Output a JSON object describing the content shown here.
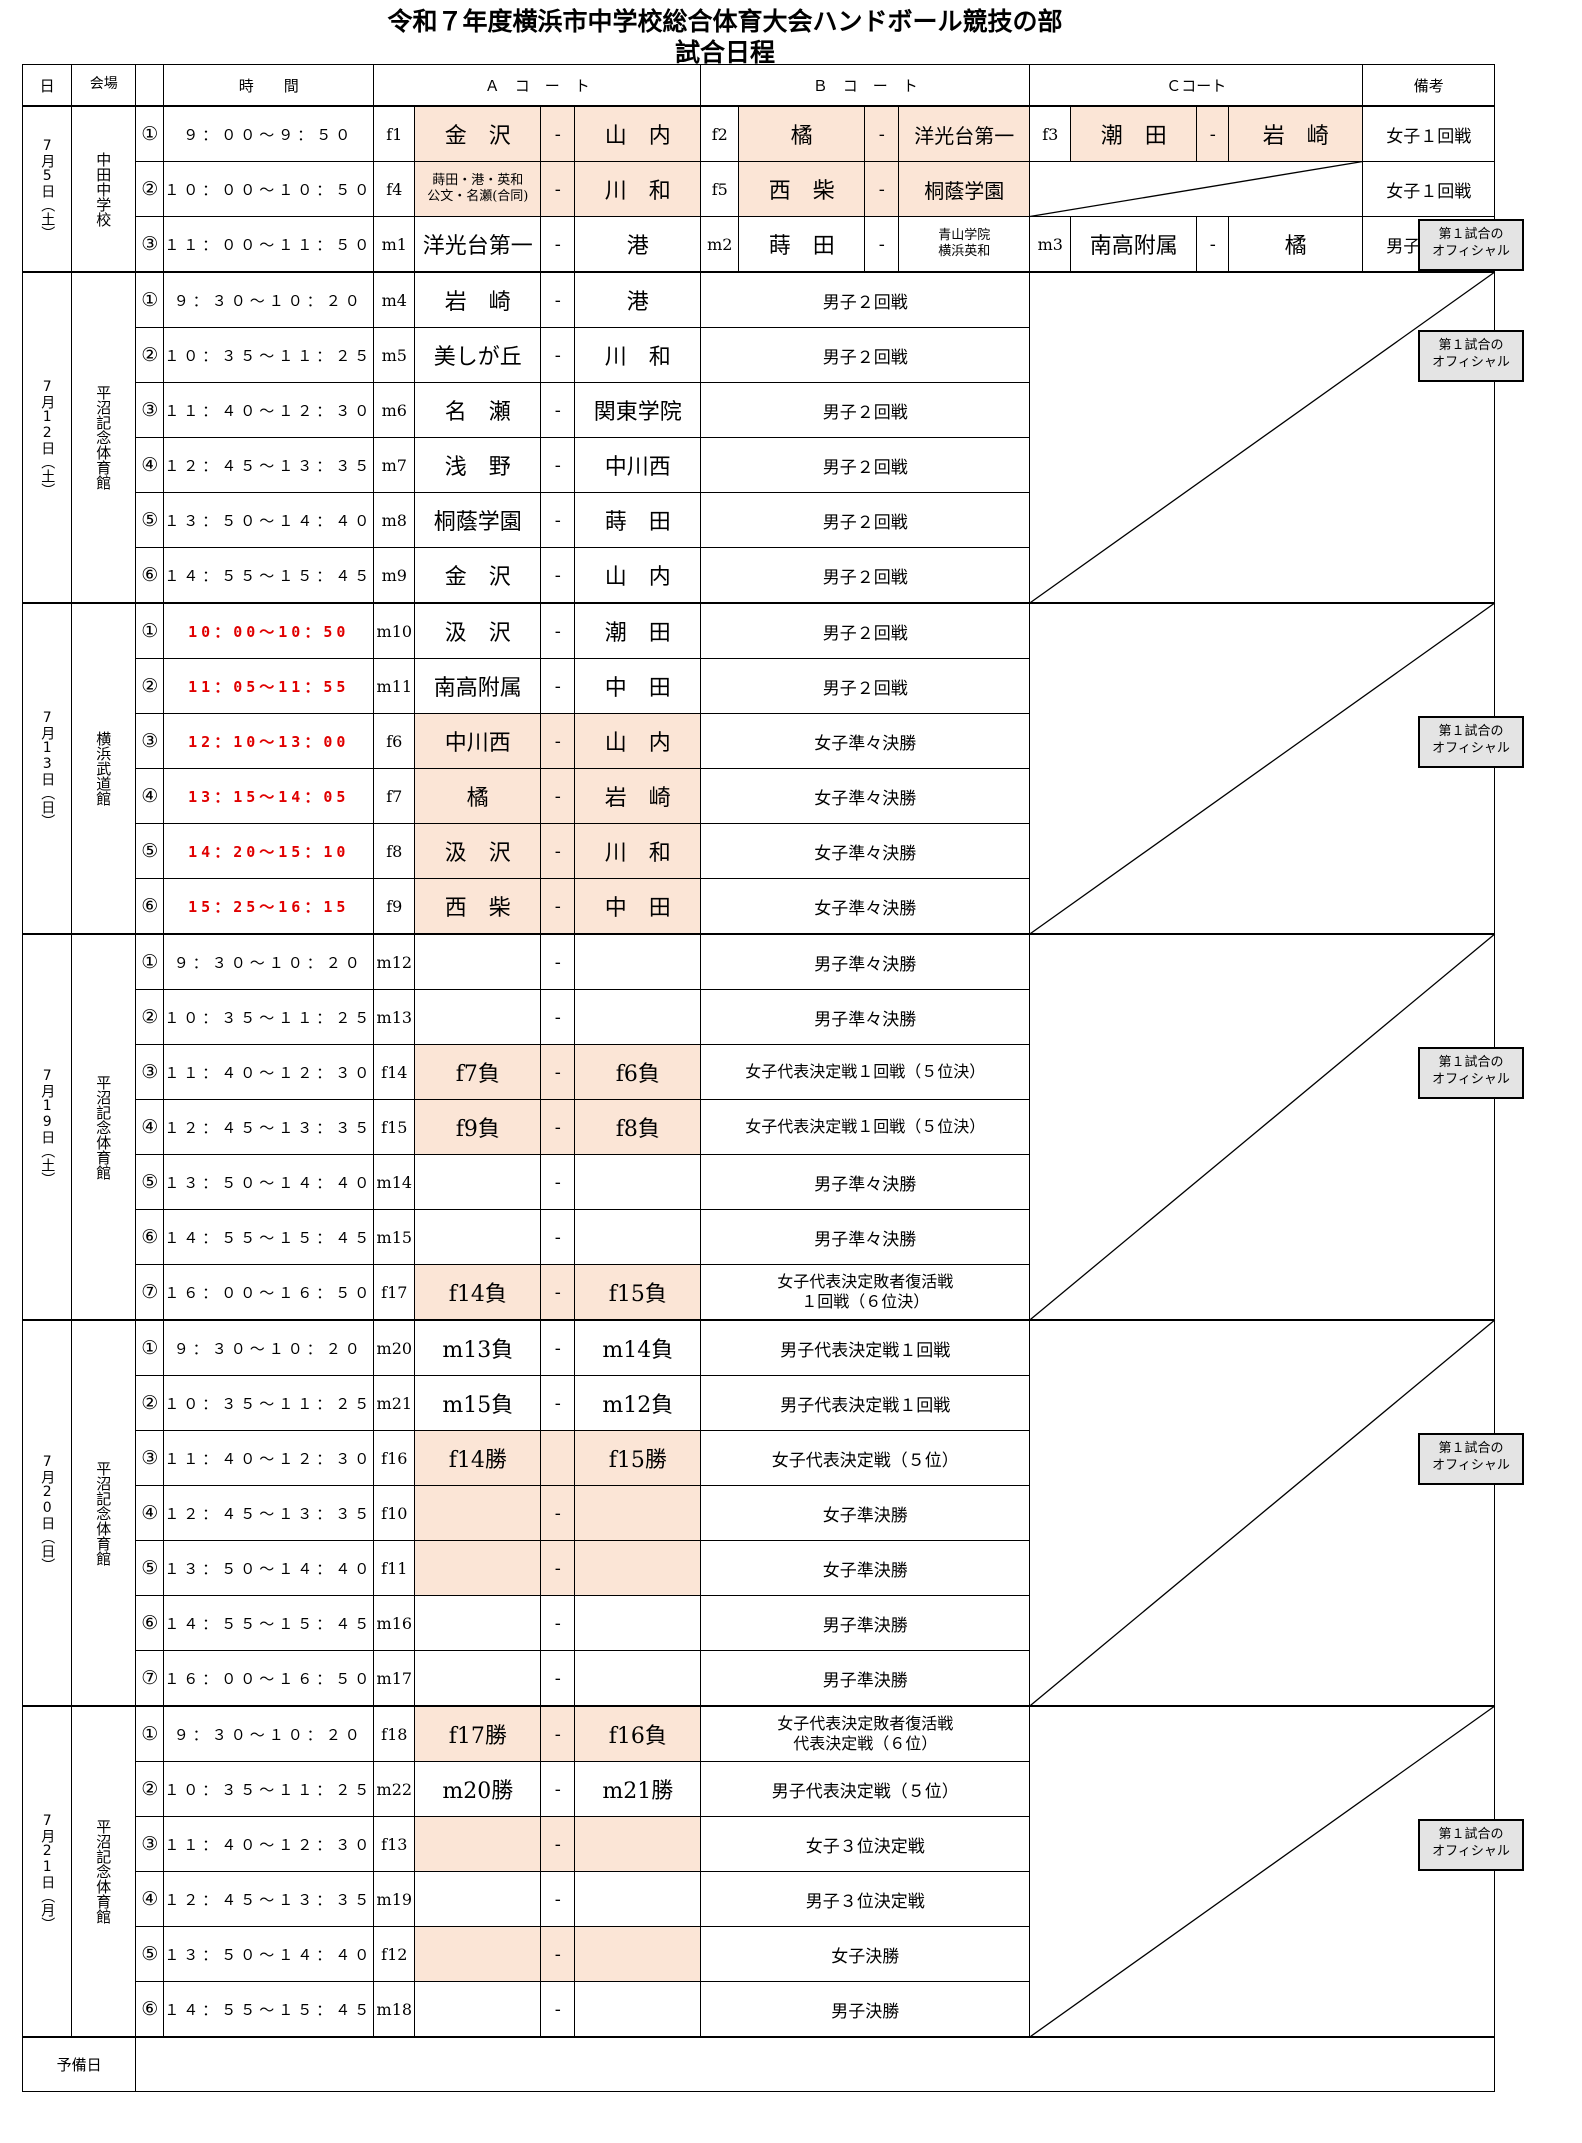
{
  "title_line1": "令和７年度横浜市中学校総合体育大会ハンドボール競技の部",
  "title_line2": "試合日程",
  "headers": {
    "date": "日",
    "venue": "会場",
    "time": "時　　間",
    "a": "Ａ　コ　ー　ト",
    "b": "Ｂ　コ　ー　ト",
    "c": "Ｃコート",
    "bikou": "備考"
  },
  "days": [
    {
      "date": "7月5日（土）",
      "venue": "中田中学校"
    },
    {
      "date": "7月12日（土）",
      "venue": "平沼記念体育館"
    },
    {
      "date": "7月13日（日）",
      "venue": "横浜武道館"
    },
    {
      "date": "7月19日（土）",
      "venue": "平沼記念体育館"
    },
    {
      "date": "7月20日（日）",
      "venue": "平沼記念体育館"
    },
    {
      "date": "7月21日（月）",
      "venue": "平沼記念体育館"
    }
  ],
  "day1": [
    {
      "n": "①",
      "time": "９：００～９：５０",
      "a_code": "f1",
      "a_t1": "金　沢",
      "a_dash": "-",
      "a_t2": "山　内",
      "b_code": "f2",
      "b_t1": "橘",
      "b_dash": "-",
      "b_t2": "洋光台第一",
      "c_code": "f3",
      "c_t1": "潮　田",
      "c_dash": "-",
      "c_t2": "岩　崎",
      "bikou": "女子１回戦"
    },
    {
      "n": "②",
      "time": "１０：００～１０：５０",
      "a_code": "f4",
      "a_t1": "蒔田・港・英和 公文・名瀬(合同)",
      "a_dash": "-",
      "a_t2": "川　和",
      "b_code": "f5",
      "b_t1": "西　柴",
      "b_dash": "-",
      "b_t2": "桐蔭学園",
      "bikou": "女子１回戦"
    },
    {
      "n": "③",
      "time": "１１：００～１１：５０",
      "a_code": "m1",
      "a_t1": "洋光台第一",
      "a_dash": "-",
      "a_t2": "港",
      "b_code": "m2",
      "b_t1": "蒔　田",
      "b_dash": "-",
      "b_t2": "青山学院 横浜英和",
      "c_code": "m3",
      "c_t1": "南高附属",
      "c_dash": "-",
      "c_t2": "橘",
      "bikou": "男子１回戦"
    }
  ],
  "day2": [
    {
      "n": "①",
      "time": "９：３０～１０：２０",
      "code": "m4",
      "t1": "岩　崎",
      "dash": "-",
      "t2": "港",
      "b": "男子２回戦"
    },
    {
      "n": "②",
      "time": "１０：３５～１１：２５",
      "code": "m5",
      "t1": "美しが丘",
      "dash": "-",
      "t2": "川　和",
      "b": "男子２回戦"
    },
    {
      "n": "③",
      "time": "１１：４０～１２：３０",
      "code": "m6",
      "t1": "名　瀬",
      "dash": "-",
      "t2": "関東学院",
      "b": "男子２回戦"
    },
    {
      "n": "④",
      "time": "１２：４５～１３：３５",
      "code": "m7",
      "t1": "浅　野",
      "dash": "-",
      "t2": "中川西",
      "b": "男子２回戦"
    },
    {
      "n": "⑤",
      "time": "１３：５０～１４：４０",
      "code": "m8",
      "t1": "桐蔭学園",
      "dash": "-",
      "t2": "蒔　田",
      "b": "男子２回戦"
    },
    {
      "n": "⑥",
      "time": "１４：５５～１５：４５",
      "code": "m9",
      "t1": "金　沢",
      "dash": "-",
      "t2": "山　内",
      "b": "男子２回戦"
    }
  ],
  "day3": [
    {
      "n": "①",
      "time": "10：00～10：50",
      "code": "m10",
      "t1": "汲　沢",
      "dash": "-",
      "t2": "潮　田",
      "b": "男子２回戦"
    },
    {
      "n": "②",
      "time": "11：05～11：55",
      "code": "m11",
      "t1": "南高附属",
      "dash": "-",
      "t2": "中　田",
      "b": "男子２回戦"
    },
    {
      "n": "③",
      "time": "12：10～13：00",
      "code": "f6",
      "t1": "中川西",
      "dash": "-",
      "t2": "山　内",
      "b": "女子準々決勝"
    },
    {
      "n": "④",
      "time": "13：15～14：05",
      "code": "f7",
      "t1": "橘",
      "dash": "-",
      "t2": "岩　崎",
      "b": "女子準々決勝"
    },
    {
      "n": "⑤",
      "time": "14：20～15：10",
      "code": "f8",
      "t1": "汲　沢",
      "dash": "-",
      "t2": "川　和",
      "b": "女子準々決勝"
    },
    {
      "n": "⑥",
      "time": "15：25～16：15",
      "code": "f9",
      "t1": "西　柴",
      "dash": "-",
      "t2": "中　田",
      "b": "女子準々決勝"
    }
  ],
  "day4": [
    {
      "n": "①",
      "time": "９：３０～１０：２０",
      "code": "m12",
      "t1": "",
      "dash": "-",
      "t2": "",
      "b": "男子準々決勝"
    },
    {
      "n": "②",
      "time": "１０：３５～１１：２５",
      "code": "m13",
      "t1": "",
      "dash": "-",
      "t2": "",
      "b": "男子準々決勝"
    },
    {
      "n": "③",
      "time": "１１：４０～１２：３０",
      "code": "f14",
      "t1": "f7負",
      "dash": "-",
      "t2": "f6負",
      "b": "女子代表決定戦１回戦（５位決）"
    },
    {
      "n": "④",
      "time": "１２：４５～１３：３５",
      "code": "f15",
      "t1": "f9負",
      "dash": "-",
      "t2": "f8負",
      "b": "女子代表決定戦１回戦（５位決）"
    },
    {
      "n": "⑤",
      "time": "１３：５０～１４：４０",
      "code": "m14",
      "t1": "",
      "dash": "-",
      "t2": "",
      "b": "男子準々決勝"
    },
    {
      "n": "⑥",
      "time": "１４：５５～１５：４５",
      "code": "m15",
      "t1": "",
      "dash": "-",
      "t2": "",
      "b": "男子準々決勝"
    },
    {
      "n": "⑦",
      "time": "１６：００～１６：５０",
      "code": "f17",
      "t1": "f14負",
      "dash": "-",
      "t2": "f15負",
      "b": "女子代表決定敗者復活戦 １回戦（６位決）"
    }
  ],
  "day5": [
    {
      "n": "①",
      "time": "９：３０～１０：２０",
      "code": "m20",
      "t1": "m13負",
      "dash": "-",
      "t2": "m14負",
      "b": "男子代表決定戦１回戦"
    },
    {
      "n": "②",
      "time": "１０：３５～１１：２５",
      "code": "m21",
      "t1": "m15負",
      "dash": "-",
      "t2": "m12負",
      "b": "男子代表決定戦１回戦"
    },
    {
      "n": "③",
      "time": "１１：４０～１２：３０",
      "code": "f16",
      "t1": "f14勝",
      "dash": "",
      "t2": "f15勝",
      "b": "女子代表決定戦（５位）"
    },
    {
      "n": "④",
      "time": "１２：４５～１３：３５",
      "code": "f10",
      "t1": "",
      "dash": "-",
      "t2": "",
      "b": "女子準決勝"
    },
    {
      "n": "⑤",
      "time": "１３：５０～１４：４０",
      "code": "f11",
      "t1": "",
      "dash": "-",
      "t2": "",
      "b": "女子準決勝"
    },
    {
      "n": "⑥",
      "time": "１４：５５～１５：４５",
      "code": "m16",
      "t1": "",
      "dash": "-",
      "t2": "",
      "b": "男子準決勝"
    },
    {
      "n": "⑦",
      "time": "１６：００～１６：５０",
      "code": "m17",
      "t1": "",
      "dash": "-",
      "t2": "",
      "b": "男子準決勝"
    }
  ],
  "day6": [
    {
      "n": "①",
      "time": "９：３０～１０：２０",
      "code": "f18",
      "t1": "f17勝",
      "dash": "-",
      "t2": "f16負",
      "b": "女子代表決定敗者復活戦 代表決定戦（６位）"
    },
    {
      "n": "②",
      "time": "１０：３５～１１：２５",
      "code": "m22",
      "t1": "m20勝",
      "dash": "-",
      "t2": "m21勝",
      "b": "男子代表決定戦（５位）"
    },
    {
      "n": "③",
      "time": "１１：４０～１２：３０",
      "code": "f13",
      "t1": "",
      "dash": "-",
      "t2": "",
      "b": "女子３位決定戦"
    },
    {
      "n": "④",
      "time": "１２：４５～１３：３５",
      "code": "m19",
      "t1": "",
      "dash": "-",
      "t2": "",
      "b": "男子３位決定戦"
    },
    {
      "n": "⑤",
      "time": "１３：５０～１４：４０",
      "code": "f12",
      "t1": "",
      "dash": "-",
      "t2": "",
      "b": "女子決勝"
    },
    {
      "n": "⑥",
      "time": "１４：５５～１５：４５",
      "code": "m18",
      "t1": "",
      "dash": "-",
      "t2": "",
      "b": "男子決勝"
    }
  ],
  "yobi": "予備日",
  "official_label": "第１試合の オフィシャル",
  "colors": {
    "highlight": "#fbe5d6",
    "red_time": "#e00000",
    "official_bg": "#e4e4e4"
  }
}
